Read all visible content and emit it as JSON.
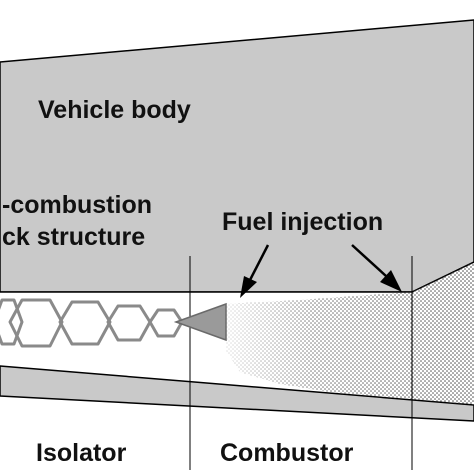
{
  "labels": {
    "vehicle_body": "Vehicle body",
    "precombustion_line1": "-combustion",
    "precombustion_line2": "ck structure",
    "fuel_injection": "Fuel injection",
    "isolator": "Isolator",
    "combustor": "Combustor"
  },
  "colors": {
    "body_gray": "#c9c9c9",
    "stroke": "#000000",
    "shock_gray": "#8a8a8a",
    "fuel_dots": "#3a3a3a"
  },
  "icons": {
    "arrow": "arrowhead",
    "shock_train": "hexagon-chain"
  }
}
